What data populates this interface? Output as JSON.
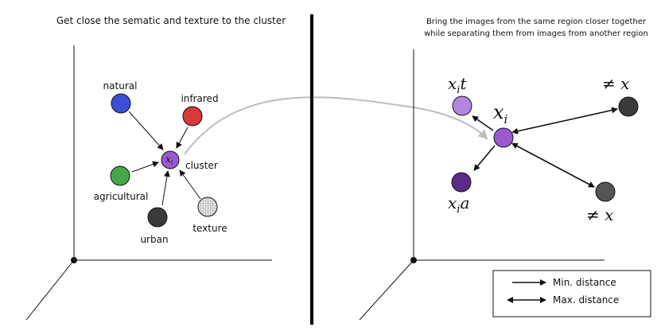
{
  "left_panel": {
    "title": "Get close the sematic and texture to the cluster",
    "center_label": "cluster",
    "center_symbol": "x",
    "center_subscript": "i",
    "nodes": [
      {
        "label": "natural",
        "color": "#3a4fd6"
      },
      {
        "label": "infrared",
        "color": "#d63a3a"
      },
      {
        "label": "agricultural",
        "color": "#44a84a"
      },
      {
        "label": "urban",
        "color": "#3a3a3a"
      },
      {
        "label": "texture",
        "color": "#cfcfcf"
      }
    ],
    "center_color": "#9b59d0"
  },
  "right_panel": {
    "title_line1": "Bring the images from the same region closer together",
    "title_line2": "while separating them from images from another region",
    "anchor": {
      "symbol": "x",
      "subscript": "i",
      "color": "#9b59d0"
    },
    "positive_t": {
      "symbol": "x",
      "subscript": "i",
      "suffix": "t",
      "color": "#b586e0"
    },
    "positive_a": {
      "symbol": "x",
      "subscript": "i",
      "suffix": "a",
      "color": "#5c2a8a"
    },
    "negatives": [
      {
        "text": "≠ x",
        "color": "#3a3a3a"
      },
      {
        "text": "≠ x",
        "color": "#555555"
      }
    ]
  },
  "legend": {
    "min_label": "Min. distance",
    "max_label": "Max. distance"
  }
}
